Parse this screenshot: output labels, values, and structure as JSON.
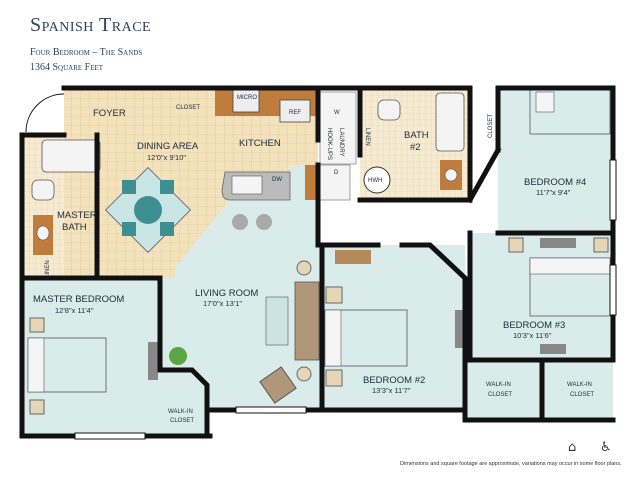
{
  "header": {
    "title": "Spanish Trace",
    "subtitle": "Four Bedroom – The Sands",
    "sqft": "1364 Square Feet"
  },
  "rooms": {
    "foyer": "FOYER",
    "dining": "DINING AREA",
    "dining_dim": "12'0\"x 9'10\"",
    "kitchen": "KITCHEN",
    "living": "LIVING ROOM",
    "living_dim": "17'0\"x 13'1\"",
    "master_bath": "MASTER",
    "master_bath2": "BATH",
    "master_bed": "MASTER BEDROOM",
    "master_bed_dim": "12'8\"x 11'4\"",
    "walkin_master": "WALK-IN",
    "walkin_master2": "CLOSET",
    "bath2": "BATH",
    "bath2_num": "#2",
    "bed4": "BEDROOM #4",
    "bed4_dim": "11'7\"x 9'4\"",
    "bed3": "BEDROOM #3",
    "bed3_dim": "10'3\"x 11'6\"",
    "bed2": "BEDROOM #2",
    "bed2_dim": "13'3\"x 11'7\"",
    "walkin_a": "WALK-IN",
    "walkin_a2": "CLOSET",
    "walkin_b": "WALK-IN",
    "walkin_b2": "CLOSET",
    "closet_foyer": "CLOSET",
    "closet_bed4": "CLOSET",
    "linen_master": "LINEN",
    "linen_hall": "LINEN",
    "micro": "MICRO",
    "ref": "REF",
    "w": "W",
    "d": "D",
    "dw": "DW",
    "hwh": "HWH",
    "laundry": "LAUNDRY",
    "hookups": "HOOK-UPS"
  },
  "disclaimer": "Dimensions and square footage are approximate, variations may occur in some floor plans.",
  "icons": [
    "equal-housing-icon",
    "accessibility-icon"
  ],
  "colors": {
    "floor_light": "#d9ecea",
    "tile": "#f3e2bb",
    "wood": "#c07c3c",
    "wall": "#111111",
    "title": "#2e3f5c"
  }
}
